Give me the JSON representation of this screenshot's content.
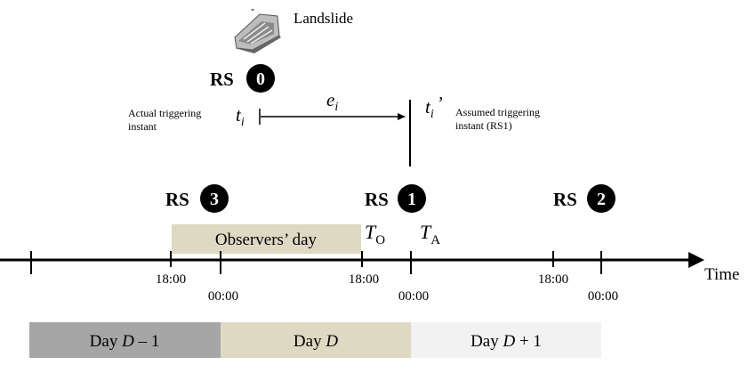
{
  "landslide_label": "Landslide",
  "rs0": {
    "prefix": "RS",
    "number": "0"
  },
  "rs1": {
    "prefix": "RS",
    "number": "1"
  },
  "rs2": {
    "prefix": "RS",
    "number": "2"
  },
  "rs3": {
    "prefix": "RS",
    "number": "3"
  },
  "actual_triggering": {
    "line1": "Actual triggering",
    "line2": "instant"
  },
  "assumed_triggering": {
    "line1": "Assumed triggering",
    "line2": "instant (RS1)"
  },
  "ti": {
    "base": "t",
    "sub": "i"
  },
  "ti_prime": {
    "base": "t",
    "sub": "i",
    "prime": "’"
  },
  "ei": {
    "base": "e",
    "sub": "i"
  },
  "observers_day": "Observers’ day",
  "to": {
    "base": "T",
    "sub": "O"
  },
  "ta": {
    "base": "T",
    "sub": "A"
  },
  "time_label": "Time",
  "ticks": {
    "t1800_a": "18:00",
    "t0000_a": "00:00",
    "t1800_b": "18:00",
    "t0000_b": "00:00",
    "t1800_c": "18:00",
    "t0000_c": "00:00"
  },
  "days": {
    "prev": {
      "pre": "Day ",
      "var": "D",
      "post": " – 1"
    },
    "curr": {
      "pre": "Day ",
      "var": "D",
      "post": ""
    },
    "next": {
      "pre": "Day ",
      "var": "D",
      "post": " + 1"
    }
  },
  "colors": {
    "day_prev": "#a6a6a6",
    "day_curr": "#ddd9c3",
    "day_next": "#f2f2f2",
    "observers": "#ddd9c3",
    "ink": "#000000"
  }
}
